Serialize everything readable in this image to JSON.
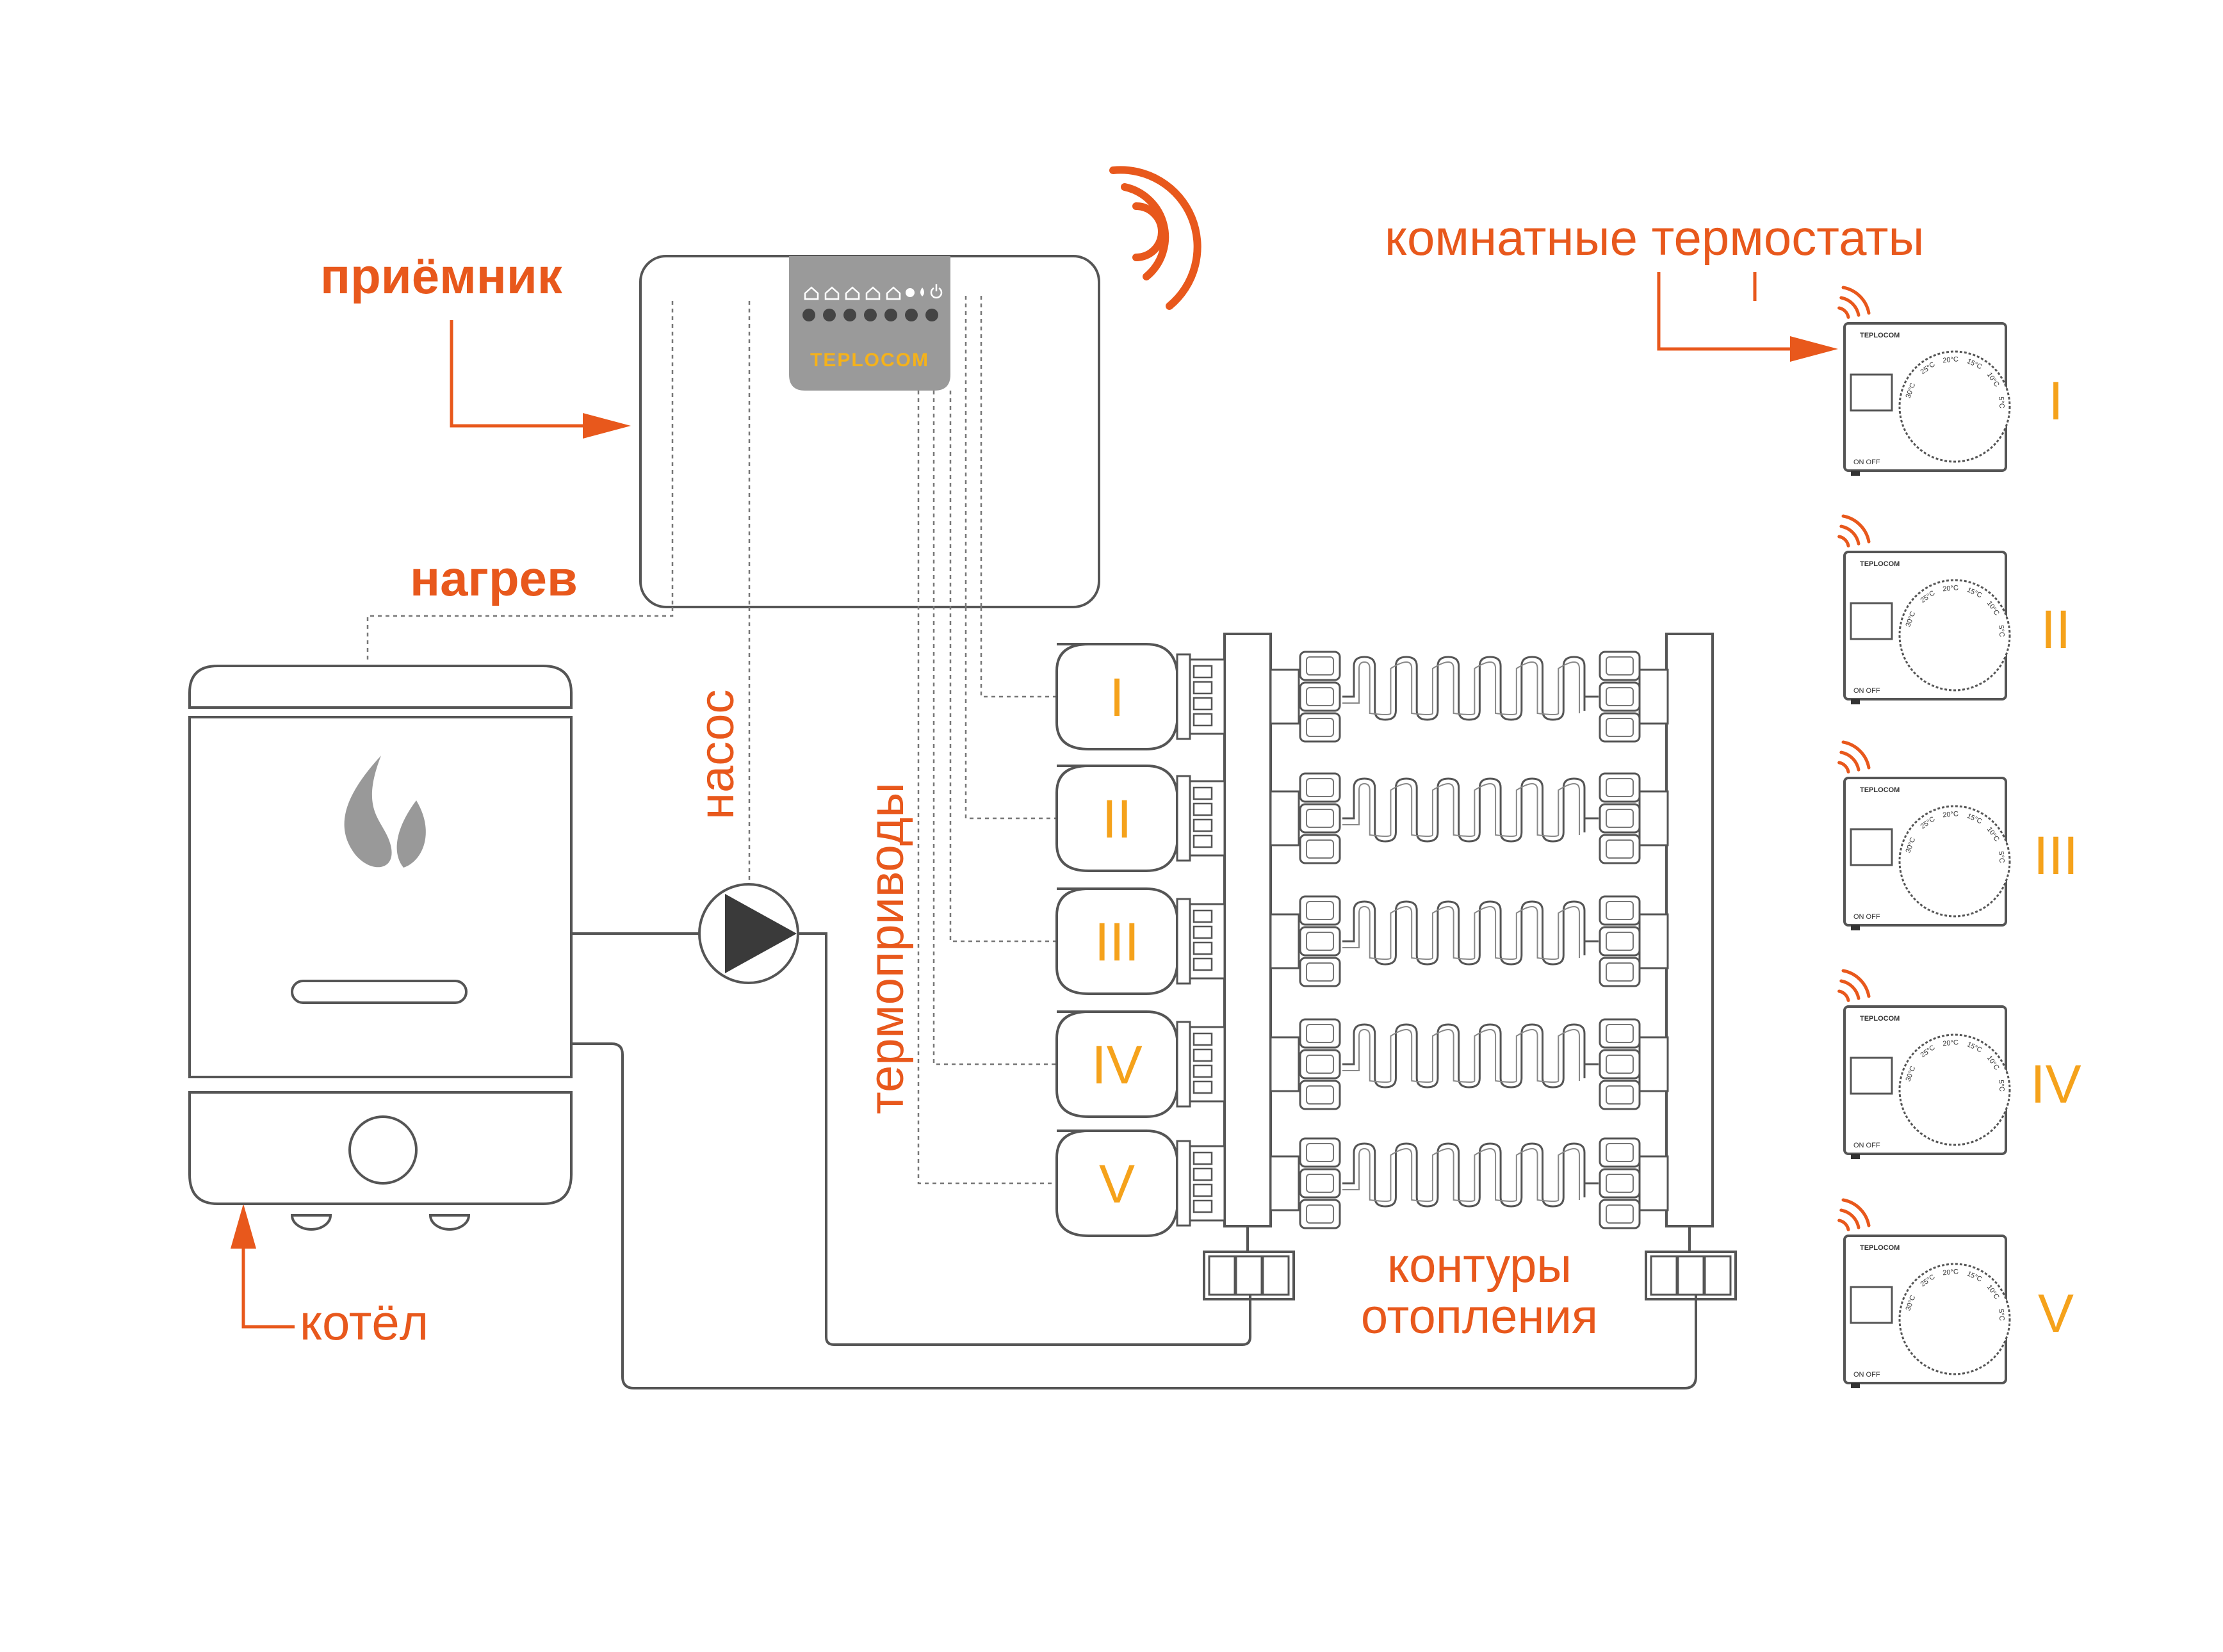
{
  "labels": {
    "receiver": "приёмник",
    "heating": "нагрев",
    "pump": "насос",
    "actuators": "термоприводы",
    "boiler": "котёл",
    "circuits_line1": "контуры",
    "circuits_line2": "отопления",
    "room_thermostats": "комнатные термостаты"
  },
  "receiver": {
    "brand": "TEPLOCOM"
  },
  "zones": [
    "I",
    "II",
    "III",
    "IV",
    "V"
  ],
  "thermostats": [
    {
      "zone": "I",
      "brand": "TEPLOCOM",
      "scale": [
        "30°C",
        "25°C",
        "20°C",
        "15°C",
        "10°C",
        "5°C"
      ],
      "switch": "ON  OFF"
    },
    {
      "zone": "II",
      "brand": "TEPLOCOM",
      "scale": [
        "30°C",
        "25°C",
        "20°C",
        "15°C",
        "10°C",
        "5°C"
      ],
      "switch": "ON  OFF"
    },
    {
      "zone": "III",
      "brand": "TEPLOCOM",
      "scale": [
        "30°C",
        "25°C",
        "20°C",
        "15°C",
        "10°C",
        "5°C"
      ],
      "switch": "ON  OFF"
    },
    {
      "zone": "IV",
      "brand": "TEPLOCOM",
      "scale": [
        "30°C",
        "25°C",
        "20°C",
        "15°C",
        "10°C",
        "5°C"
      ],
      "switch": "ON  OFF"
    },
    {
      "zone": "V",
      "brand": "TEPLOCOM",
      "scale": [
        "30°C",
        "25°C",
        "20°C",
        "15°C",
        "10°C",
        "5°C"
      ],
      "switch": "ON  OFF"
    }
  ],
  "colors": {
    "label": "#e8581c",
    "zone_numeral": "#f5a21b",
    "receiver_panel": "#9a9a9a",
    "outline": "#555555"
  }
}
